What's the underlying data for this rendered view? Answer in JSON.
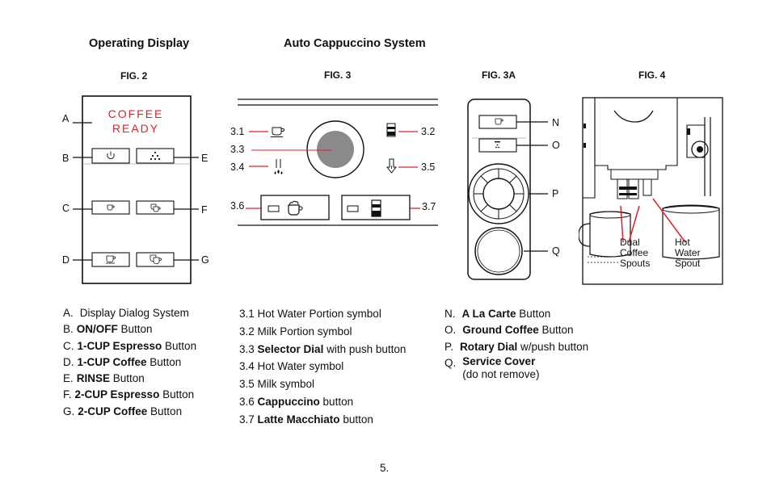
{
  "headings": {
    "operating_display": "Operating Display",
    "auto_cappuccino": "Auto Cappuccino System"
  },
  "figures": {
    "fig2": "FIG. 2",
    "fig3": "FIG. 3",
    "fig3a": "FIG. 3A",
    "fig4": "FIG. 4"
  },
  "fig2": {
    "display_line1": "COFFEE",
    "display_line2": "READY",
    "letters": {
      "A": "A",
      "B": "B",
      "C": "C",
      "D": "D",
      "E": "E",
      "F": "F",
      "G": "G"
    }
  },
  "fig3": {
    "callouts": {
      "c31": "3.1",
      "c32": "3.2",
      "c33": "3.3",
      "c34": "3.4",
      "c35": "3.5",
      "c36": "3.6",
      "c37": "3.7"
    }
  },
  "fig3a": {
    "letters": {
      "N": "N",
      "O": "O",
      "P": "P",
      "Q": "Q"
    }
  },
  "fig4": {
    "dual_spouts": [
      "Dual",
      "Coffee",
      "Spouts"
    ],
    "hot_water_spout": [
      "Hot",
      "Water",
      "Spout"
    ]
  },
  "legend_left": [
    {
      "key": "A.",
      "bold": "",
      "text": "Display Dialog System"
    },
    {
      "key": "B.",
      "bold": "ON/OFF",
      "text": " Button"
    },
    {
      "key": "C.",
      "bold": "1-CUP Espresso",
      "text": " Button"
    },
    {
      "key": "D.",
      "bold": "1-CUP Coffee",
      "text": " Button"
    },
    {
      "key": "E.",
      "bold": "RINSE",
      "text": " Button"
    },
    {
      "key": "F.",
      "bold": "2-CUP Espresso",
      "text": " Button"
    },
    {
      "key": "G.",
      "bold": "2-CUP Coffee",
      "text": " Button"
    }
  ],
  "legend_mid": [
    {
      "pre": "3.1 Hot Water Portion symbol",
      "bold": "",
      "post": ""
    },
    {
      "pre": "3.2 Milk Portion symbol",
      "bold": "",
      "post": ""
    },
    {
      "pre": "3.3 ",
      "bold": "Selector Dial",
      "post": " with push button"
    },
    {
      "pre": "3.4 Hot Water symbol",
      "bold": "",
      "post": ""
    },
    {
      "pre": "3.5 Milk symbol",
      "bold": "",
      "post": ""
    },
    {
      "pre": "3.6 ",
      "bold": "Cappuccino",
      "post": " button"
    },
    {
      "pre": "3.7 ",
      "bold": "Latte Macchiato",
      "post": " button"
    }
  ],
  "legend_right": [
    {
      "key": "N.",
      "bold": "A La Carte",
      "text": " Button",
      "sub": ""
    },
    {
      "key": "O.",
      "bold": "Ground Coffee",
      "text": " Button",
      "sub": ""
    },
    {
      "key": "P.",
      "bold": "Rotary Dial",
      "text": " w/push button",
      "sub": ""
    },
    {
      "key": "Q.",
      "bold": "Service Cover",
      "text": "",
      "sub": "(do not remove)"
    }
  ],
  "page_number": "5.",
  "colors": {
    "accent_red": "#e0202b",
    "dial_gray": "#8a8a8a"
  }
}
